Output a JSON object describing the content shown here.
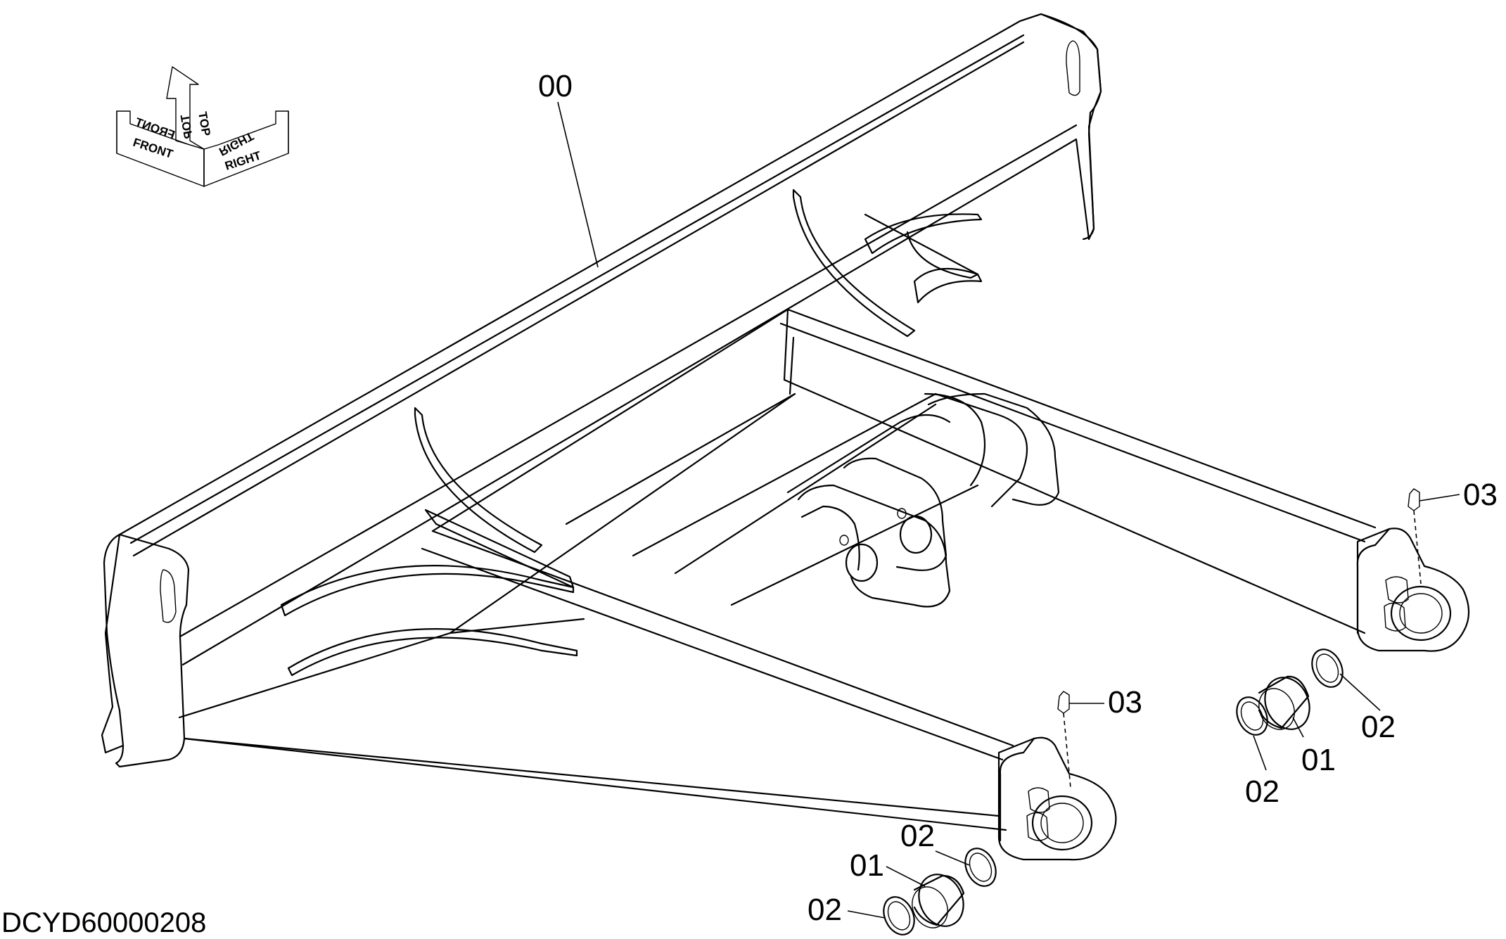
{
  "drawing_code": "DCYD60000208",
  "orientation_indicator": {
    "front": "FRONT",
    "top": "TOP",
    "right": "RIGHT"
  },
  "callouts": {
    "frame": "00",
    "bushing_right": "01",
    "bushing_left": "01",
    "ring_right_upper": "02",
    "ring_right_lower": "02",
    "ring_left_upper": "02",
    "ring_left_lower": "02",
    "fitting_right": "03",
    "fitting_left": "03"
  }
}
